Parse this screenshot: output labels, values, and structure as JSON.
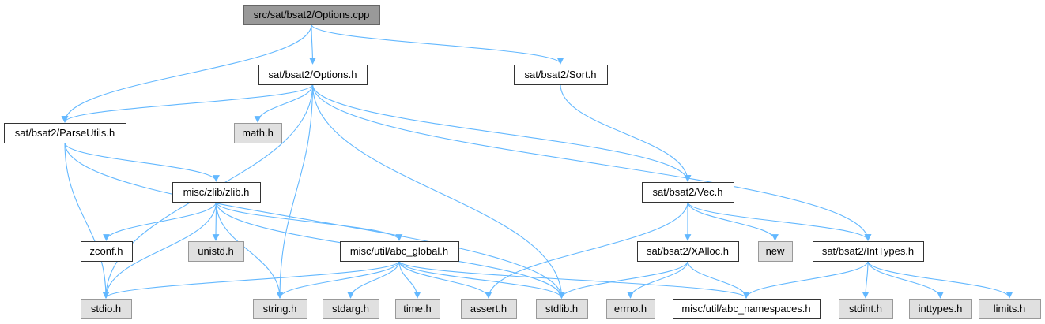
{
  "colors": {
    "edge": "#63b8ff",
    "root_fill": "#999999",
    "root_border": "#666666",
    "node_fill": "#ffffff",
    "node_border": "#333333",
    "system_fill": "#e0e0e0",
    "system_border": "#999999"
  },
  "nodes": [
    {
      "id": "options-cpp",
      "label": "src/sat/bsat2/Options.cpp",
      "kind": "root"
    },
    {
      "id": "options-h",
      "label": "sat/bsat2/Options.h",
      "kind": "node"
    },
    {
      "id": "sort-h",
      "label": "sat/bsat2/Sort.h",
      "kind": "node"
    },
    {
      "id": "parseutils-h",
      "label": "sat/bsat2/ParseUtils.h",
      "kind": "node"
    },
    {
      "id": "math-h",
      "label": "math.h",
      "kind": "system"
    },
    {
      "id": "zlib-h",
      "label": "misc/zlib/zlib.h",
      "kind": "node"
    },
    {
      "id": "vec-h",
      "label": "sat/bsat2/Vec.h",
      "kind": "node"
    },
    {
      "id": "zconf-h",
      "label": "zconf.h",
      "kind": "node"
    },
    {
      "id": "unistd-h",
      "label": "unistd.h",
      "kind": "system"
    },
    {
      "id": "abc-global-h",
      "label": "misc/util/abc_global.h",
      "kind": "node"
    },
    {
      "id": "xalloc-h",
      "label": "sat/bsat2/XAlloc.h",
      "kind": "node"
    },
    {
      "id": "new",
      "label": "new",
      "kind": "system"
    },
    {
      "id": "inttypes-hdr",
      "label": "sat/bsat2/IntTypes.h",
      "kind": "node"
    },
    {
      "id": "stdio-h",
      "label": "stdio.h",
      "kind": "system"
    },
    {
      "id": "string-h",
      "label": "string.h",
      "kind": "system"
    },
    {
      "id": "stdarg-h",
      "label": "stdarg.h",
      "kind": "system"
    },
    {
      "id": "time-h",
      "label": "time.h",
      "kind": "system"
    },
    {
      "id": "assert-h",
      "label": "assert.h",
      "kind": "system"
    },
    {
      "id": "stdlib-h",
      "label": "stdlib.h",
      "kind": "system"
    },
    {
      "id": "errno-h",
      "label": "errno.h",
      "kind": "system"
    },
    {
      "id": "abc-namespaces-h",
      "label": "misc/util/abc_namespaces.h",
      "kind": "node"
    },
    {
      "id": "stdint-h",
      "label": "stdint.h",
      "kind": "system"
    },
    {
      "id": "inttypes-h",
      "label": "inttypes.h",
      "kind": "system"
    },
    {
      "id": "limits-h",
      "label": "limits.h",
      "kind": "system"
    }
  ],
  "edges": [
    [
      "options-cpp",
      "options-h"
    ],
    [
      "options-cpp",
      "sort-h"
    ],
    [
      "options-cpp",
      "parseutils-h"
    ],
    [
      "options-h",
      "parseutils-h"
    ],
    [
      "options-h",
      "math-h"
    ],
    [
      "options-h",
      "stdio-h"
    ],
    [
      "options-h",
      "string-h"
    ],
    [
      "options-h",
      "stdlib-h"
    ],
    [
      "options-h",
      "vec-h"
    ],
    [
      "options-h",
      "inttypes-hdr"
    ],
    [
      "sort-h",
      "vec-h"
    ],
    [
      "parseutils-h",
      "stdio-h"
    ],
    [
      "parseutils-h",
      "zlib-h"
    ],
    [
      "parseutils-h",
      "stdlib-h"
    ],
    [
      "zlib-h",
      "zconf-h"
    ],
    [
      "zlib-h",
      "unistd-h"
    ],
    [
      "zlib-h",
      "stdio-h"
    ],
    [
      "zlib-h",
      "string-h"
    ],
    [
      "zlib-h",
      "abc-global-h"
    ],
    [
      "zlib-h",
      "stdlib-h"
    ],
    [
      "vec-h",
      "assert-h"
    ],
    [
      "vec-h",
      "xalloc-h"
    ],
    [
      "vec-h",
      "new"
    ],
    [
      "vec-h",
      "inttypes-hdr"
    ],
    [
      "abc-global-h",
      "stdio-h"
    ],
    [
      "abc-global-h",
      "string-h"
    ],
    [
      "abc-global-h",
      "stdarg-h"
    ],
    [
      "abc-global-h",
      "time-h"
    ],
    [
      "abc-global-h",
      "assert-h"
    ],
    [
      "abc-global-h",
      "stdlib-h"
    ],
    [
      "abc-global-h",
      "abc-namespaces-h"
    ],
    [
      "xalloc-h",
      "stdlib-h"
    ],
    [
      "xalloc-h",
      "errno-h"
    ],
    [
      "xalloc-h",
      "abc-namespaces-h"
    ],
    [
      "inttypes-hdr",
      "abc-namespaces-h"
    ],
    [
      "inttypes-hdr",
      "stdint-h"
    ],
    [
      "inttypes-hdr",
      "inttypes-h"
    ],
    [
      "inttypes-hdr",
      "limits-h"
    ]
  ]
}
